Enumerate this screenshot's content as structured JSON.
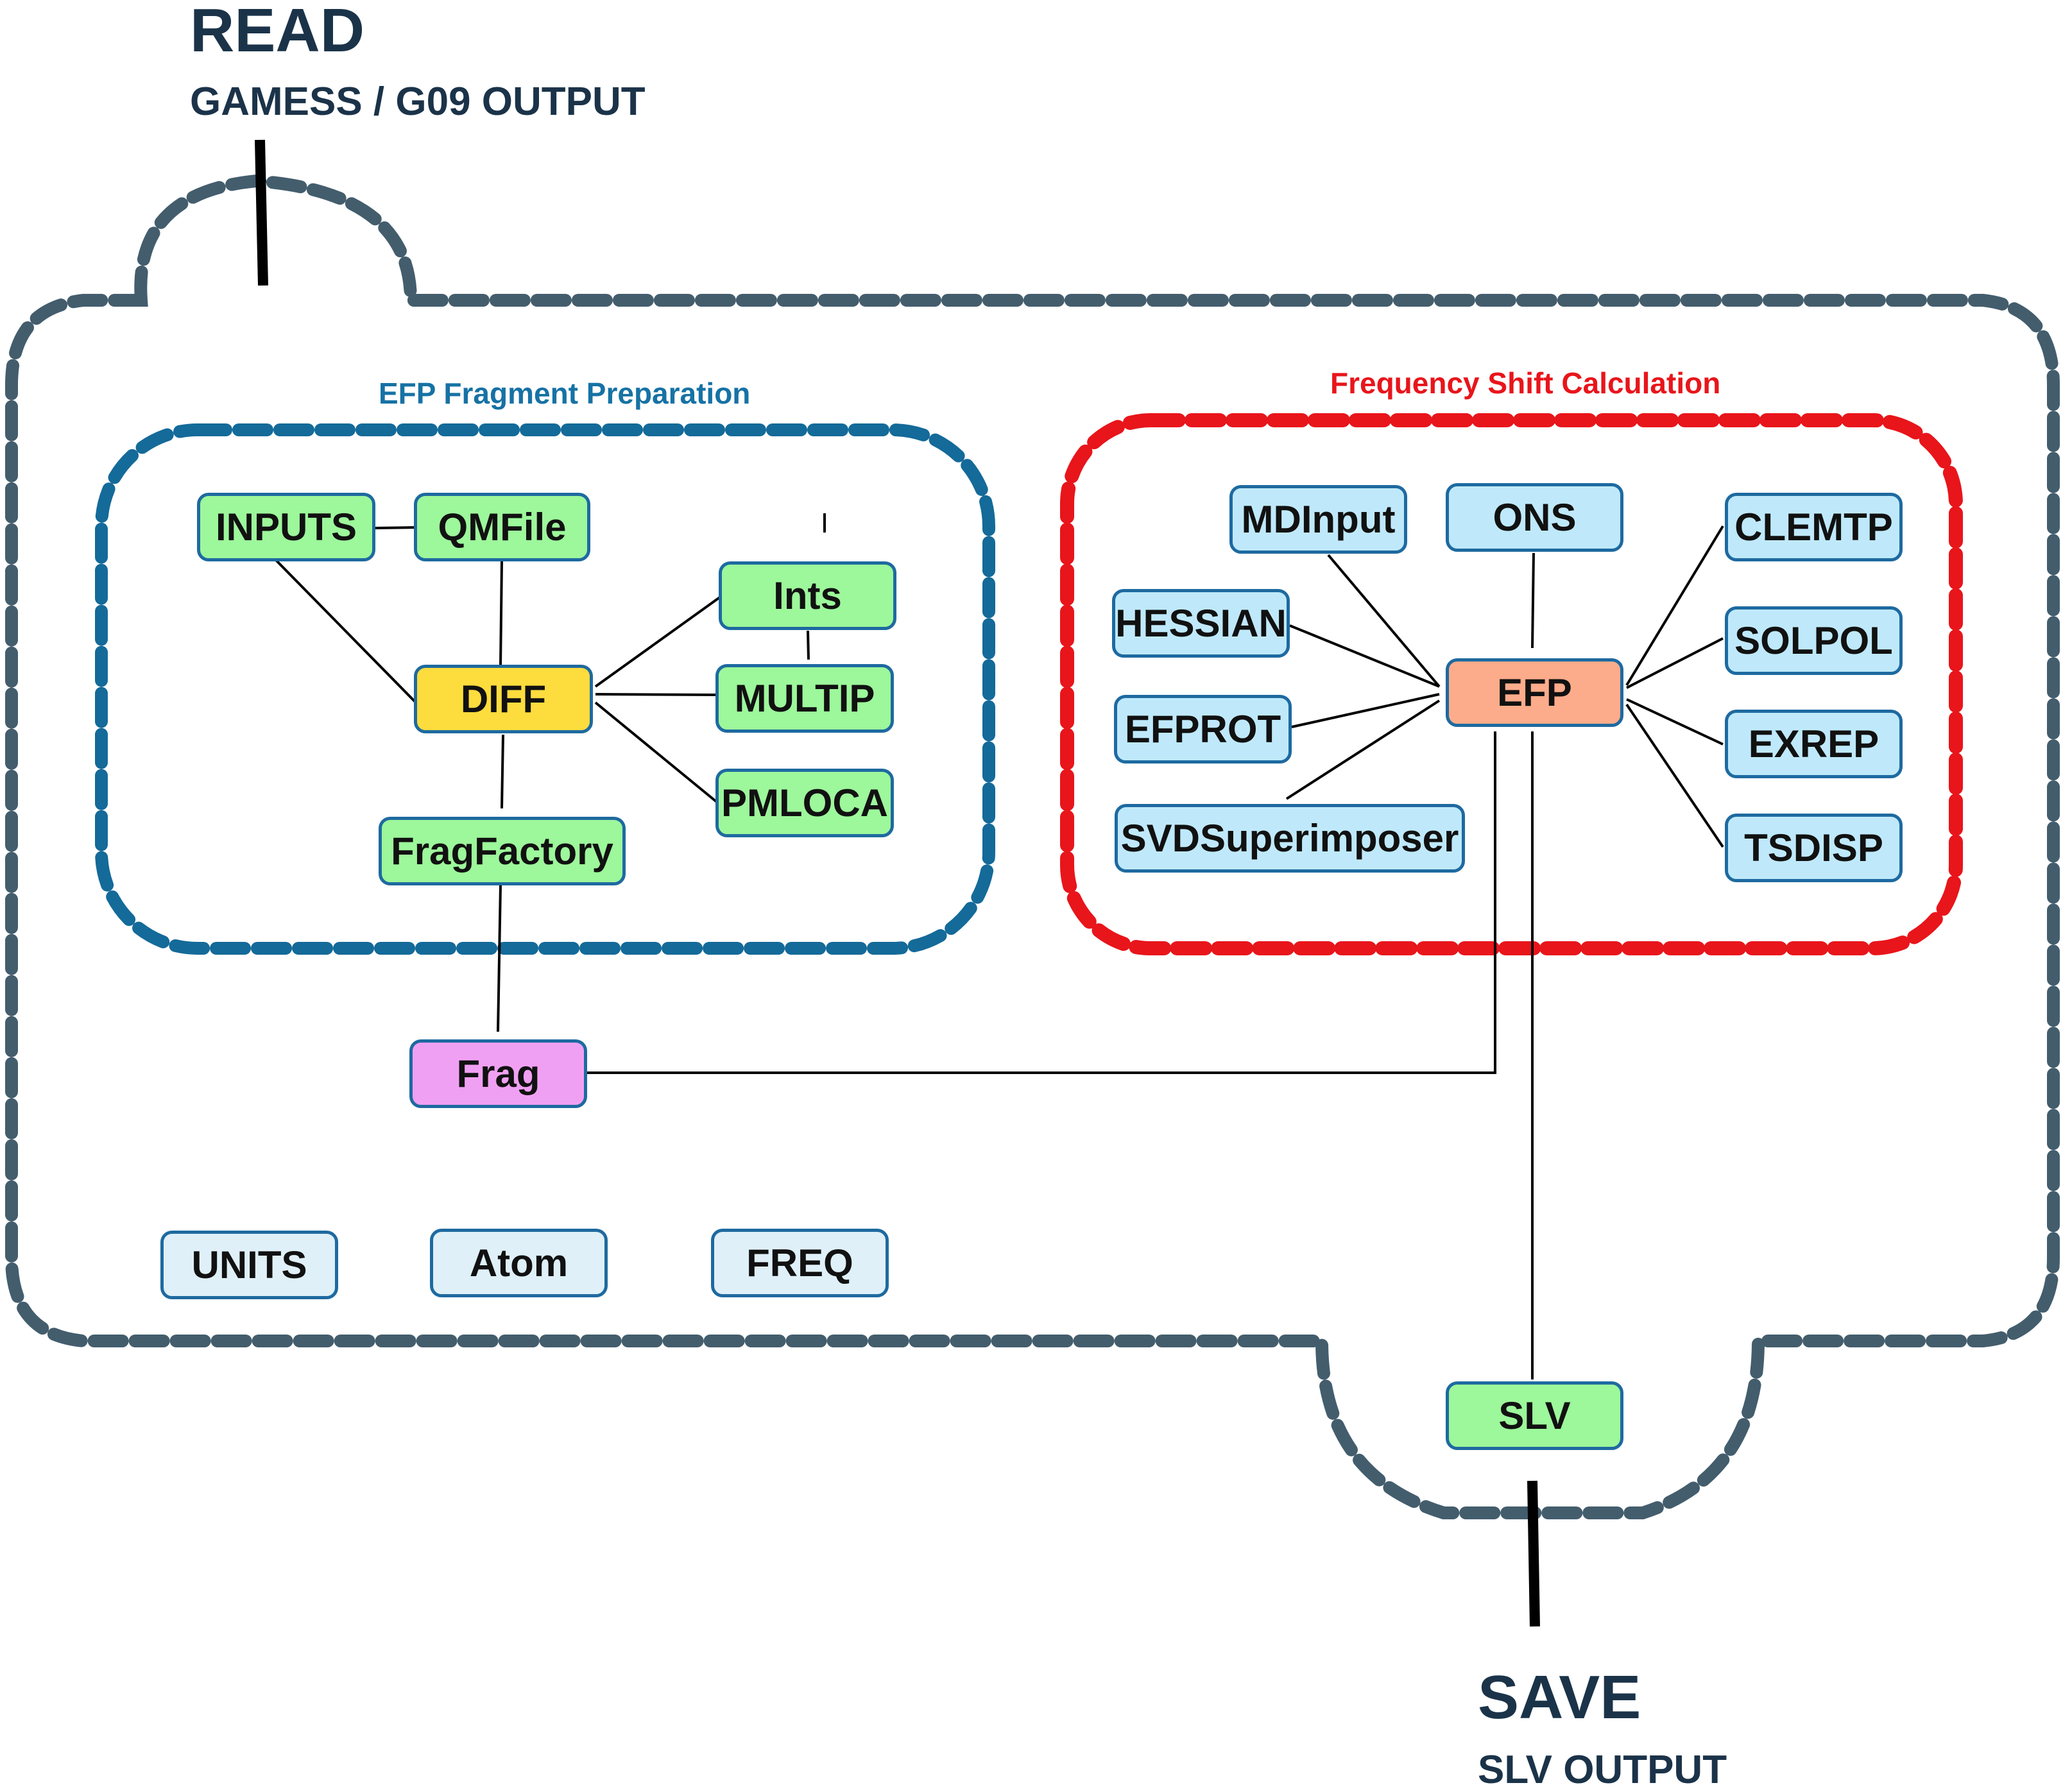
{
  "read": {
    "title": "READ",
    "subtitle": "GAMESS / G09 OUTPUT"
  },
  "save": {
    "title": "SAVE",
    "subtitle": "SLV OUTPUT"
  },
  "groups": {
    "efp_prep": "EFP Fragment Preparation",
    "freq_shift": "Frequency Shift Calculation"
  },
  "nodes": {
    "inputs": "INPUTS",
    "qmfile": "QMFile",
    "ints": "Ints",
    "diff": "DIFF",
    "multip": "MULTIP",
    "pmloca": "PMLOCA",
    "fragfactory": "FragFactory",
    "frag": "Frag",
    "mdinput": "MDInput",
    "ons": "ONS",
    "clemtp": "CLEMTP",
    "hessian": "HESSIAN",
    "efp": "EFP",
    "solpol": "SOLPOL",
    "efprot": "EFPROT",
    "exrep": "EXREP",
    "svdsuperimposer": "SVDSuperimposer",
    "tsdisp": "TSDISP",
    "units": "UNITS",
    "atom": "Atom",
    "freq": "FREQ",
    "slv": "SLV"
  },
  "colors": {
    "outer_dash": "#435d6d",
    "efp_group_dash": "#146a99",
    "freq_group_dash": "#e8151b",
    "node_border": "#1e6aa0",
    "connector": "#000000"
  }
}
